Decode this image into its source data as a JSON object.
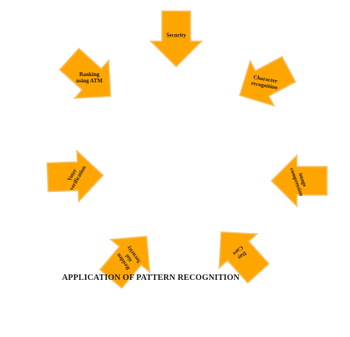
{
  "colors": {
    "arrow_fill": "#ffa500",
    "arrow_stroke": "#f5c26b"
  },
  "caption": "APPLICATION OF PATTERN RECOGNITION",
  "arrows": [
    {
      "key": "security",
      "label_lines": [
        "Security"
      ]
    },
    {
      "key": "character-recognition",
      "label_lines": [
        "Character",
        "recognition"
      ]
    },
    {
      "key": "image-compression",
      "label_lines": [
        "image",
        "compression"
      ]
    },
    {
      "key": "day-care",
      "label_lines": [
        "Day",
        "Care"
      ]
    },
    {
      "key": "residential-security",
      "label_lines": [
        "Residen",
        "tial",
        "Security"
      ]
    },
    {
      "key": "voter-verification",
      "label_lines": [
        "Voter",
        "verification"
      ]
    },
    {
      "key": "banking-using-atm",
      "label_lines": [
        "Banking",
        "using ATM"
      ]
    }
  ]
}
